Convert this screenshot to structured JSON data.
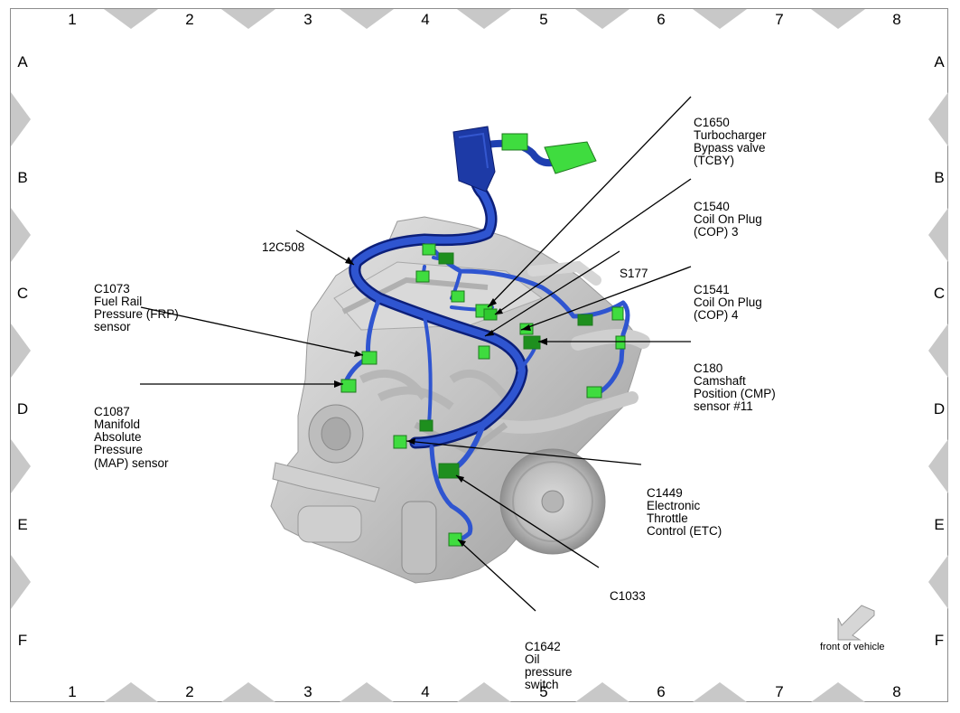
{
  "grid": {
    "columns": [
      "1",
      "2",
      "3",
      "4",
      "5",
      "6",
      "7",
      "8"
    ],
    "rows": [
      "A",
      "B",
      "C",
      "D",
      "E",
      "F"
    ]
  },
  "callouts": {
    "c1650": [
      "C1650",
      "Turbocharger",
      "Bypass valve",
      "(TCBY)"
    ],
    "c1540": [
      "C1540",
      "Coil On Plug",
      "(COP) 3"
    ],
    "s177": [
      "S177"
    ],
    "c1541": [
      "C1541",
      "Coil On Plug",
      "(COP) 4"
    ],
    "c180": [
      "C180",
      "Camshaft",
      "Position (CMP)",
      "sensor #11"
    ],
    "c1449": [
      "C1449",
      "Electronic",
      "Throttle",
      "Control (ETC)"
    ],
    "c1033": [
      "C1033"
    ],
    "c1642": [
      "C1642",
      "Oil",
      "pressure",
      "switch"
    ],
    "h12c508": [
      "12C508"
    ],
    "c1073": [
      "C1073",
      "Fuel Rail",
      "Pressure (FRP)",
      "sensor"
    ],
    "c1087": [
      "C1087",
      "Manifold",
      "Absolute",
      "Pressure",
      "(MAP) sensor"
    ]
  },
  "front_of_vehicle": "front of vehicle",
  "colors": {
    "harness": "#1f3fb0",
    "harness_dark": "#0c1f7a",
    "connector": "#3fdc3f",
    "connector_dark": "#1e7a1e",
    "engine": "#c8c8c8",
    "grid_marker": "#c8c8c8",
    "frame": "#8c8c8c"
  }
}
